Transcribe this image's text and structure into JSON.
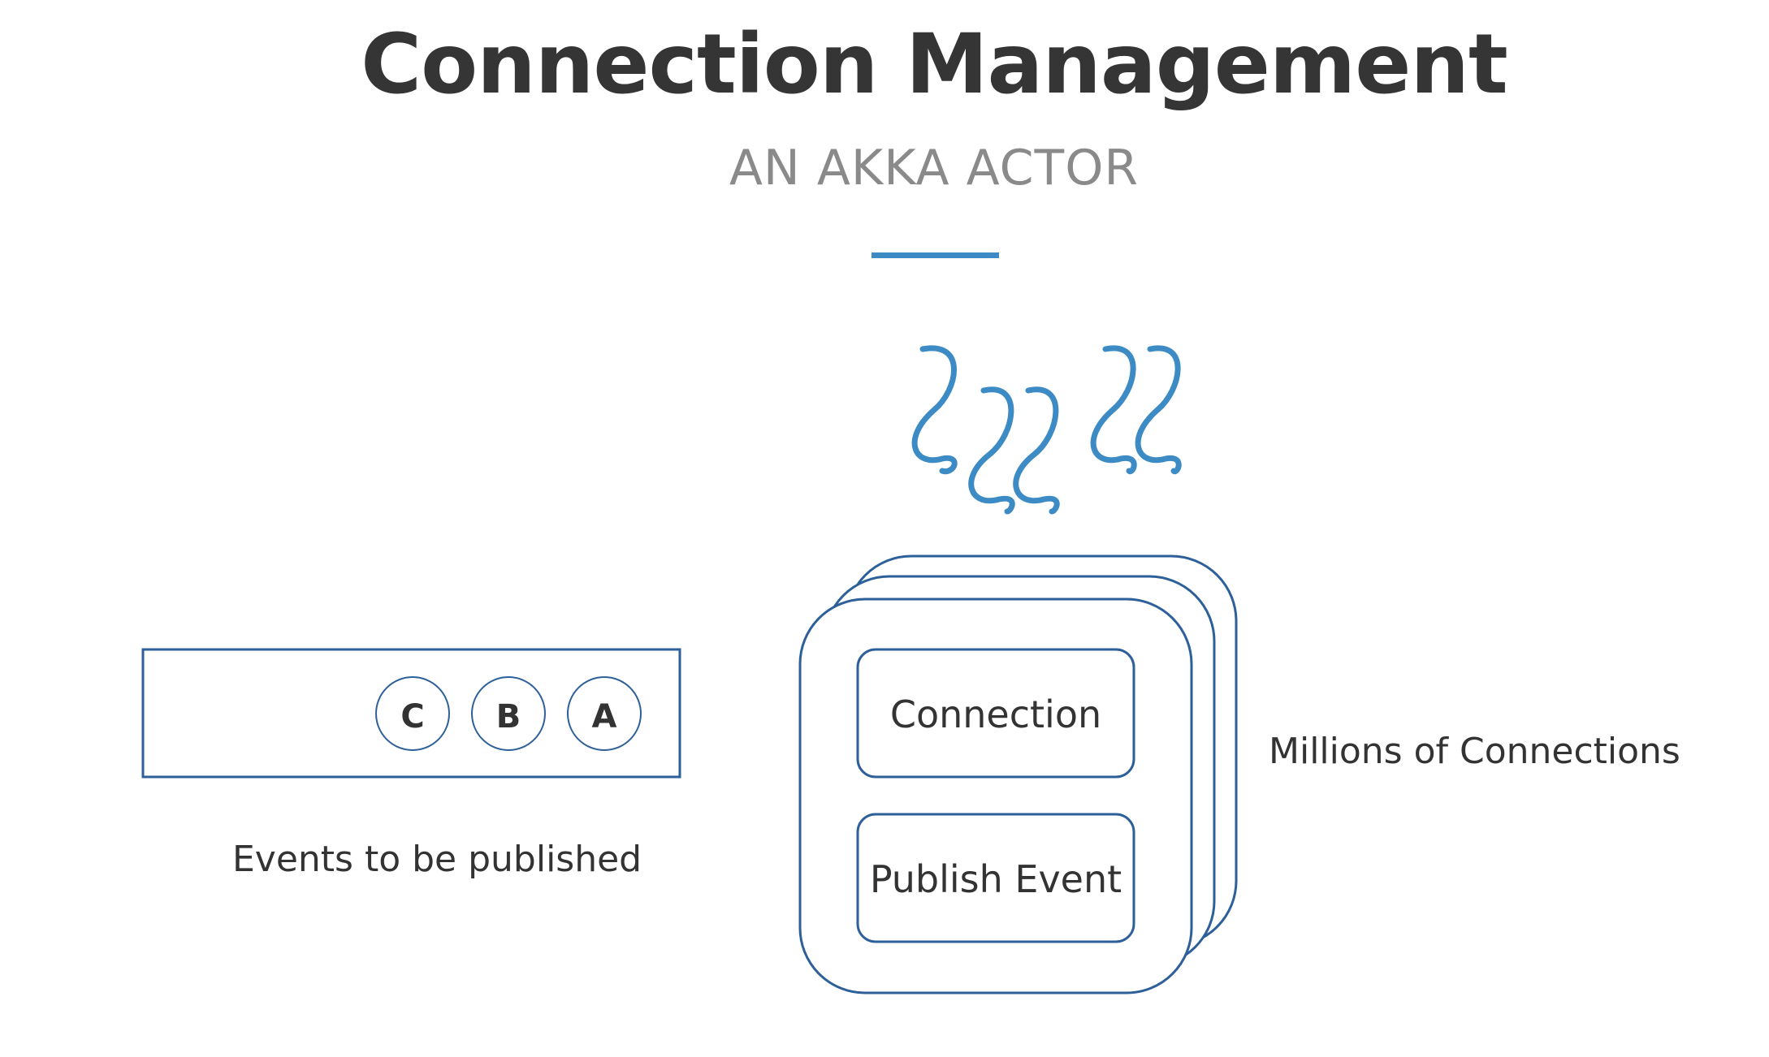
{
  "header": {
    "title": "Connection Management",
    "subtitle": "AN AKKA ACTOR"
  },
  "queue": {
    "events": [
      "C",
      "B",
      "A"
    ],
    "caption": "Events to be published"
  },
  "actor": {
    "boxes": [
      "Connection",
      "Publish Event"
    ],
    "caption": "Millions of Connections",
    "heat_icon": "heat-waves-icon"
  },
  "colors": {
    "accent": "#3d8bc4",
    "outline": "#2d5f99",
    "text": "#333333",
    "subtitle": "#8a8a8a"
  }
}
